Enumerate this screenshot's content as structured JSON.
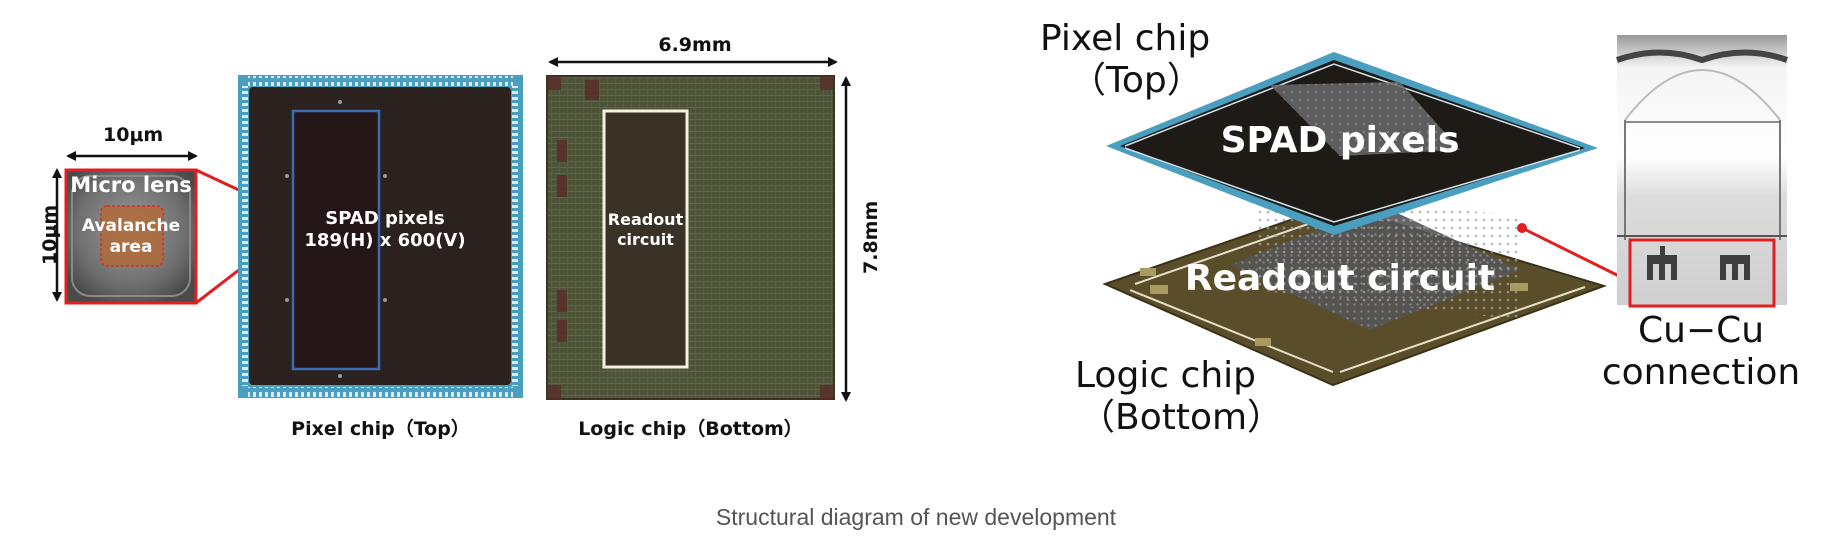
{
  "figure": {
    "caption": "Structural diagram of new development",
    "colors": {
      "highlight_red": "#e02020",
      "pixel_chip_border": "#4a9ec0",
      "pixel_chip_body": "#2b2220",
      "spad_region_border": "#3a6ab0",
      "logic_chip_body": "#4e5438",
      "readout_border": "#f4f0e0",
      "iso_logic_chip": "#5a4e2a"
    }
  },
  "micro_lens_panel": {
    "width_dim": "10μm",
    "height_dim": "10μm",
    "label_micro_lens": "Micro lens",
    "label_avalanche_line1": "Avalanche",
    "label_avalanche_line2": "area"
  },
  "pixel_chip_panel": {
    "spad_label_line1": "SPAD pixels",
    "spad_label_line2": "189(H) x 600(V)",
    "title": "Pixel chip（Top）"
  },
  "logic_chip_panel": {
    "width_dim": "6.9mm",
    "height_dim": "7.8mm",
    "readout_line1": "Readout",
    "readout_line2": "circuit",
    "title": "Logic chip（Bottom）"
  },
  "isometric_panel": {
    "top_chip_label_line1": "Pixel chip",
    "top_chip_label_line2": "（Top）",
    "top_chip_inner": "SPAD pixels",
    "bottom_chip_inner": "Readout circuit",
    "bottom_chip_label_line1": "Logic chip",
    "bottom_chip_label_line2": "（Bottom）"
  },
  "cu_cu_panel": {
    "label_line1": "Cu−Cu",
    "label_line2": "connection"
  }
}
